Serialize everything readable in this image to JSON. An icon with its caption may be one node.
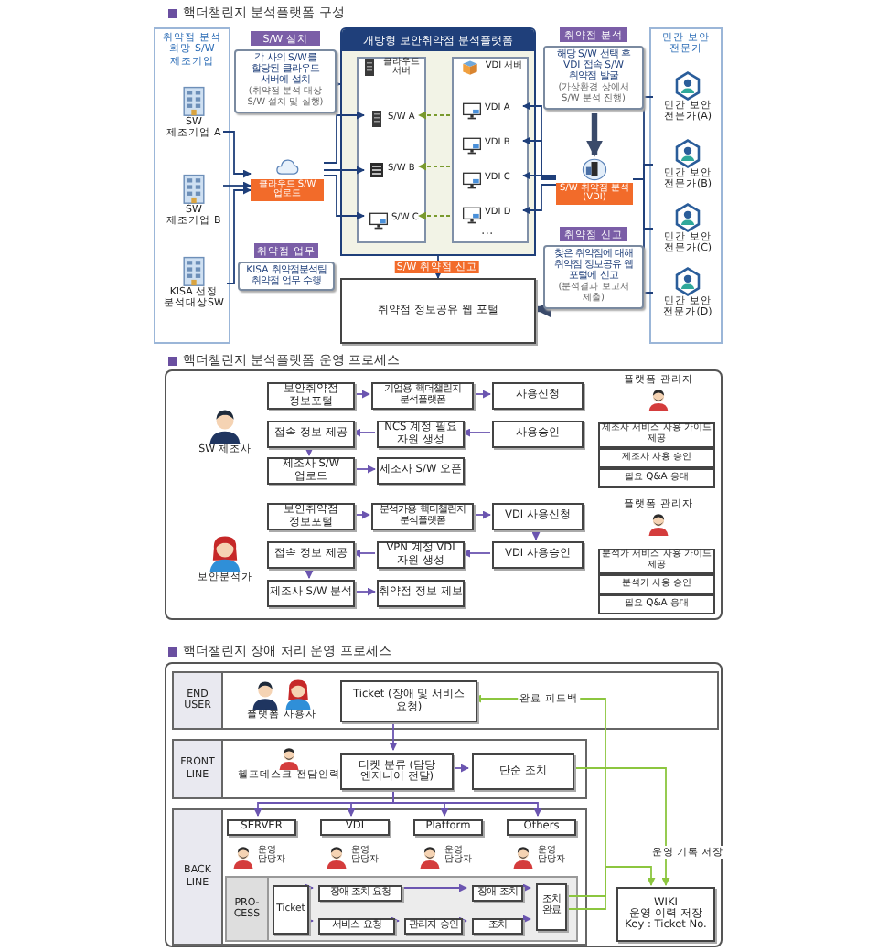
{
  "diagram": {
    "nodes": [
      {
        "text": [
          "취약점 분석 희망 S/W 제조기업"
        ]
      },
      {
        "text": [
          "SW 제조기업 A"
        ],
        "in": 0
      },
      {
        "text": [
          "SW 제조기업 B"
        ],
        "in": 0
      },
      {
        "text": [
          "KISA 선정 분석대상SW"
        ],
        "in": 0
      },
      {
        "text": [
          "클라우드 S/W 업로드"
        ]
      },
      {
        "text": [
          "S/W 설치",
          "각 사의 S/W를 할당된 클라우드 서버에 설치",
          "(취약점 분석 대상 S/W 설치 및 실행)"
        ]
      },
      {
        "text": [
          "취약점 업무",
          "KISA 취약점분석팀 취약점 업무 수행"
        ]
      },
      {
        "text": [
          "개방형 보안취약점 분석플랫폼"
        ]
      },
      {
        "text": [
          "클라우드 서버"
        ],
        "in": 7
      },
      {
        "text": [
          "S/W A"
        ],
        "in": 8
      },
      {
        "text": [
          "S/W B"
        ],
        "in": 8
      },
      {
        "text": [
          "S/W C"
        ],
        "in": 8
      },
      {
        "text": [
          "VDI 서버"
        ],
        "in": 7
      },
      {
        "text": [
          "VDI A"
        ],
        "in": 12
      },
      {
        "text": [
          "VDI B"
        ],
        "in": 12
      },
      {
        "text": [
          "VDI C"
        ],
        "in": 12
      },
      {
        "text": [
          "VDI D"
        ],
        "in": 12
      },
      {
        "text": [
          "취약점 정보공유 웹 포털"
        ]
      },
      {
        "text": [
          "취약점 분석",
          "해당 S/W 선택 후 VDI 접속 S/W 취약점 발굴",
          "(가상환경 상에서 S/W 분석 진행)"
        ]
      },
      {
        "text": [
          "S/W 취약점 분석(VDI)"
        ]
      },
      {
        "text": [
          "취약점 신고",
          "찾은 취약점에 대해 취약점 정보공유 웹 포털에 신고",
          "(분석결과 보고서 제출)"
        ]
      },
      {
        "text": [
          "민간 보안 전문가"
        ]
      },
      {
        "text": [
          "민간 보안 전문가(A)"
        ],
        "in": 21
      },
      {
        "text": [
          "민간 보안 전문가(B)"
        ],
        "in": 21
      },
      {
        "text": [
          "민간 보안 전문가(C)"
        ],
        "in": 21
      },
      {
        "text": [
          "민간 보안 전문가(D)"
        ],
        "in": 21
      },
      {
        "text": [],
        "shape": "box"
      },
      {
        "text": [
          "SW 제조사"
        ],
        "in": 26
      },
      {
        "text": [
          "보안취약점 정보포털"
        ],
        "in": 26
      },
      {
        "text": [
          "기업용 핵더챌린지 분석플랫폼"
        ],
        "in": 26
      },
      {
        "text": [
          "사용신청"
        ],
        "in": 26
      },
      {
        "text": [
          "접속 정보 제공"
        ],
        "in": 26
      },
      {
        "text": [
          "NCS 계정 필요 자원 생성"
        ],
        "in": 26
      },
      {
        "text": [
          "사용승인"
        ],
        "in": 26
      },
      {
        "text": [
          "제조사 S/W 업로드"
        ],
        "in": 26
      },
      {
        "text": [
          "제조사 S/W 오픈"
        ],
        "in": 26
      },
      {
        "text": [
          "플랫폼 관리자"
        ],
        "in": 26
      },
      {
        "text": [
          "제조사 서비스 사용 가이드 제공"
        ],
        "in": 26
      },
      {
        "text": [
          "제조사 사용 승인"
        ],
        "in": 26
      },
      {
        "text": [
          "필요 Q&A 응대"
        ],
        "in": 26
      },
      {
        "text": [
          "보안분석가"
        ],
        "in": 26
      },
      {
        "text": [
          "보안취약점 정보포털"
        ],
        "in": 26
      },
      {
        "text": [
          "분석가용 핵더챌린지 분석플랫폼"
        ],
        "in": 26
      },
      {
        "text": [
          "VDI 사용신청"
        ],
        "in": 26
      },
      {
        "text": [
          "접속 정보 제공"
        ],
        "in": 26
      },
      {
        "text": [
          "VPN 계정 VDI 자원 생성"
        ],
        "in": 26
      },
      {
        "text": [
          "VDI 사용승인"
        ],
        "in": 26
      },
      {
        "text": [
          "제조사 S/W 분석"
        ],
        "in": 26
      },
      {
        "text": [
          "취약점 정보 제보"
        ],
        "in": 26
      },
      {
        "text": [
          "플랫폼 관리자"
        ],
        "in": 26
      },
      {
        "text": [
          "분석가 서비스 사용 가이드 제공"
        ],
        "in": 26
      },
      {
        "text": [
          "분석가 사용 승인"
        ],
        "in": 26
      },
      {
        "text": [
          "필요 Q&A 응대"
        ],
        "in": 26
      },
      {
        "text": [],
        "shape": "box"
      },
      {
        "text": [
          "END USER"
        ],
        "in": 53
      },
      {
        "text": [
          "플랫폼 사용자"
        ],
        "in": 54
      },
      {
        "text": [
          "Ticket (장애 및 서비스 요청)"
        ],
        "in": 54
      },
      {
        "text": [
          "FRONT LINE"
        ],
        "in": 53
      },
      {
        "text": [
          "헬프데스크 전담인력"
        ],
        "in": 57
      },
      {
        "text": [
          "티켓 분류 (담당 엔지니어 전달)"
        ],
        "in": 57
      },
      {
        "text": [
          "단순 조치"
        ],
        "in": 57
      },
      {
        "text": [
          "BACK LINE"
        ],
        "in": 53
      },
      {
        "text": [
          "SERVER"
        ],
        "in": 61
      },
      {
        "text": [
          "운영 담당자"
        ],
        "in": 61
      },
      {
        "text": [
          "VDI"
        ],
        "in": 61
      },
      {
        "text": [
          "운영 담당자"
        ],
        "in": 61
      },
      {
        "text": [
          "Platform"
        ],
        "in": 61
      },
      {
        "text": [
          "운영 담당자"
        ],
        "in": 61
      },
      {
        "text": [
          "Others"
        ],
        "in": 61
      },
      {
        "text": [
          "운영 담당자"
        ],
        "in": 61
      },
      {
        "text": [
          "PRO-CESS"
        ],
        "in": 61
      },
      {
        "text": [
          "Ticket"
        ],
        "in": 70
      },
      {
        "text": [
          "장애 조치 요청"
        ],
        "in": 70
      },
      {
        "text": [
          "서비스 요청"
        ],
        "in": 70
      },
      {
        "text": [
          "관리자 승인"
        ],
        "in": 70
      },
      {
        "text": [
          "장애 조치"
        ],
        "in": 70
      },
      {
        "text": [
          "조치"
        ],
        "in": 70
      },
      {
        "text": [
          "조치 완료"
        ],
        "in": 70
      },
      {
        "text": [
          "WIKI",
          "운영 이력 저장",
          "Key : Ticket No."
        ],
        "in": 53
      }
    ],
    "edges": [
      {
        "from": 1,
        "to": 4,
        "arrow": "to",
        "color": "#1f3f7a"
      },
      {
        "from": 2,
        "to": 4,
        "arrow": "to",
        "color": "#1f3f7a"
      },
      {
        "from": 3,
        "to": 4,
        "arrow": "to",
        "color": "#1f3f7a"
      },
      {
        "from": 4,
        "to": 9,
        "arrow": "to",
        "color": "#1f3f7a"
      },
      {
        "from": 4,
        "to": 10,
        "arrow": "to",
        "color": "#1f3f7a"
      },
      {
        "from": 4,
        "to": 11,
        "arrow": "to",
        "color": "#1f3f7a"
      },
      {
        "from": 5,
        "to": 7,
        "arrow": "to",
        "color": "#1f3f7a"
      },
      {
        "from": 12,
        "to": 9,
        "arrow": "to",
        "style": "dashed",
        "color": "#7a9a2e"
      },
      {
        "from": 12,
        "to": 10,
        "arrow": "to",
        "style": "dashed",
        "color": "#7a9a2e"
      },
      {
        "from": 12,
        "to": 11,
        "arrow": "to",
        "style": "dashed",
        "color": "#7a9a2e"
      },
      {
        "from": 19,
        "to": 13,
        "arrow": "to",
        "color": "#1f3f7a"
      },
      {
        "from": 19,
        "to": 14,
        "arrow": "to",
        "color": "#1f3f7a"
      },
      {
        "from": 19,
        "to": 15,
        "arrow": "to",
        "color": "#1f3f7a"
      },
      {
        "from": 19,
        "to": 16,
        "arrow": "to",
        "color": "#1f3f7a"
      },
      {
        "from": 22,
        "to": 19,
        "arrow": "none",
        "color": "#1f3f7a"
      },
      {
        "from": 23,
        "to": 19,
        "arrow": "none",
        "color": "#1f3f7a"
      },
      {
        "from": 24,
        "to": 19,
        "arrow": "none",
        "color": "#1f3f7a"
      },
      {
        "from": 25,
        "to": 19,
        "arrow": "none",
        "color": "#1f3f7a"
      },
      {
        "from": 18,
        "to": 19,
        "arrow": "to",
        "style": "thick",
        "color": "#3a4a6a"
      },
      {
        "from": 7,
        "to": 17,
        "arrow": "to",
        "label": "S/W 취약점 신고",
        "color": "#1f3f7a"
      },
      {
        "from": 20,
        "to": 17,
        "arrow": "to",
        "style": "thick",
        "color": "#3a4a6a"
      },
      {
        "from": 28,
        "to": 29,
        "arrow": "to"
      },
      {
        "from": 29,
        "to": 30,
        "arrow": "to"
      },
      {
        "from": 33,
        "to": 32,
        "arrow": "to"
      },
      {
        "from": 32,
        "to": 31,
        "arrow": "to"
      },
      {
        "from": 31,
        "to": 34,
        "arrow": "to"
      },
      {
        "from": 34,
        "to": 35,
        "arrow": "to"
      },
      {
        "from": 41,
        "to": 42,
        "arrow": "to"
      },
      {
        "from": 42,
        "to": 43,
        "arrow": "to"
      },
      {
        "from": 43,
        "to": 46,
        "arrow": "to"
      },
      {
        "from": 46,
        "to": 45,
        "arrow": "to"
      },
      {
        "from": 45,
        "to": 44,
        "arrow": "to"
      },
      {
        "from": 44,
        "to": 47,
        "arrow": "to"
      },
      {
        "from": 47,
        "to": 48,
        "arrow": "to"
      },
      {
        "from": 56,
        "to": 59,
        "arrow": "to"
      },
      {
        "from": 59,
        "to": 60,
        "arrow": "to"
      },
      {
        "from": 59,
        "to": 62,
        "arrow": "to"
      },
      {
        "from": 59,
        "to": 64,
        "arrow": "to"
      },
      {
        "from": 59,
        "to": 66,
        "arrow": "to"
      },
      {
        "from": 59,
        "to": 68,
        "arrow": "to"
      },
      {
        "from": 71,
        "to": 72,
        "arrow": "to"
      },
      {
        "from": 71,
        "to": 73,
        "arrow": "to"
      },
      {
        "from": 72,
        "to": 75,
        "arrow": "to"
      },
      {
        "from": 73,
        "to": 74,
        "arrow": "to"
      },
      {
        "from": 74,
        "to": 76,
        "arrow": "to"
      },
      {
        "from": 75,
        "to": 77,
        "arrow": "to"
      },
      {
        "from": 76,
        "to": 77,
        "arrow": "to"
      },
      {
        "from": 77,
        "to": 56,
        "arrow": "to",
        "label": "완료 피드백",
        "color": "#8cc63f"
      },
      {
        "from": 60,
        "to": 78,
        "arrow": "to",
        "color": "#8cc63f"
      },
      {
        "from": 77,
        "to": 78,
        "arrow": "to",
        "label": "운영 기록 저장",
        "color": "#8cc63f"
      }
    ],
    "labels": [
      "핵더챌린지 분석플랫폼 구성",
      "...",
      "핵더챌린지 분석플랫폼 운영 프로세스",
      "핵더챌린지 장애 처리 운영 프로세스"
    ]
  }
}
